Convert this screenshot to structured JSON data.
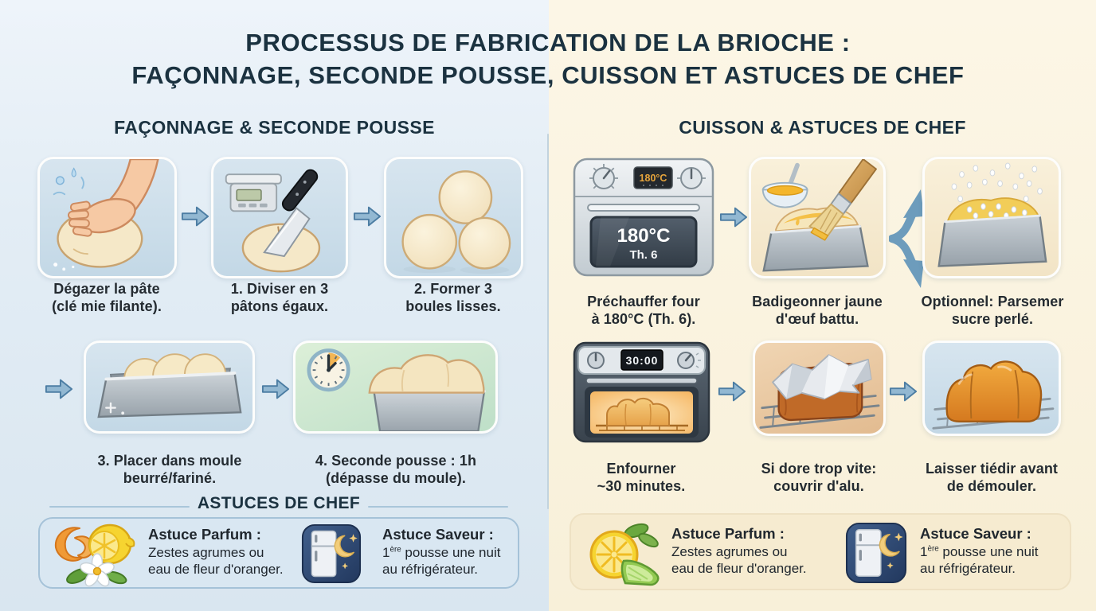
{
  "title": {
    "line1": "PROCESSUS DE FABRICATION DE LA BRIOCHE :",
    "line2": "FAÇONNAGE, SECONDE POUSSE, CUISSON ET ASTUCES DE CHEF"
  },
  "sections": {
    "left": {
      "header": "FAÇONNAGE & SECONDE POUSSE"
    },
    "right": {
      "header": "CUISSON & ASTUCES DE CHEF"
    }
  },
  "left_steps": [
    {
      "num": "",
      "line1": "Dégazer la pâte",
      "line2": "(clé mie filante)."
    },
    {
      "num": "1.",
      "line1": "Diviser en 3",
      "line2": "pâtons égaux."
    },
    {
      "num": "2.",
      "line1": "Former 3",
      "line2": "boules lisses."
    },
    {
      "num": "3.",
      "line1": "Placer dans moule",
      "line2": "beurré/fariné."
    },
    {
      "num": "4.",
      "line1": "Seconde pousse : 1h",
      "line2": "(dépasse du moule)."
    }
  ],
  "right_steps": [
    {
      "line1": "Préchauffer four",
      "line2": "à 180°C (Th. 6)."
    },
    {
      "line1": "Badigeonner jaune",
      "line2": "d'œuf battu."
    },
    {
      "line1": "Optionnel: Parsemer",
      "line2": "sucre perlé."
    },
    {
      "line1": "Enfourner",
      "line2": "~30 minutes."
    },
    {
      "line1": "Si dore trop vite:",
      "line2": "couvrir d'alu."
    },
    {
      "line1": "Laisser tiédir avant",
      "line2": "de démouler."
    }
  ],
  "tips_header": "ASTUCES DE CHEF",
  "tips": {
    "parfum": {
      "label": "Astuce Parfum :",
      "line1": "Zestes agrumes ou",
      "line2": "eau de fleur d'oranger."
    },
    "saveur": {
      "label": "Astuce Saveur :",
      "n": "1",
      "sup": "ère",
      "line1_rest": " pousse une nuit",
      "line2": "au réfrigérateur."
    }
  },
  "oven_preheat": {
    "panel_display": "180°C",
    "door_temp": "180°C",
    "door_thermostat": "Th. 6"
  },
  "oven_bake": {
    "timer_display": "30:00"
  },
  "illustrations": {
    "knead": "hand degassing dough with flour and splashes",
    "divide": "kitchen scale and knife cutting dough",
    "boules": "three smooth dough balls",
    "moule": "three dough balls in buttered loaf pan",
    "pousse": "clock and risen dough overflowing loaf pan",
    "oven_preheat": "oven front showing 180°C Th. 6",
    "badigeonner": "egg-yolk bowl and brush glazing loaf",
    "sucre": "pearl sugar sprinkled over glazed loaf",
    "oven_bake": "oven with 30:00 timer and baking brioche",
    "alu": "foil-covered loaf on cooling rack",
    "tiedir": "golden brioche cooling on wire rack",
    "citrus_peel": "orange zest, lemon and orange-blossom flower",
    "fridge_night": "refrigerator with crescent moon",
    "citrus_slice": "lemon slice and lime wedge with leaves"
  },
  "palette": {
    "left_bg": "#dde9f2",
    "right_bg": "#f9f1dc",
    "heading": "#1b3240",
    "caption": "#242b31",
    "arrow_fill": "#92b8d2",
    "arrow_stroke": "#4c7da3",
    "card_blue": "#c9dbe8",
    "card_cream": "#f5e9d0",
    "card_green": "#cde5cc",
    "card_tan": "#e9cca6",
    "panel_left": "#d9e7f2",
    "panel_right": "#f6ebd0",
    "fridge_navy": "#2c4a74",
    "dough": "#f5e8c8",
    "brioche": "#e8983a"
  }
}
